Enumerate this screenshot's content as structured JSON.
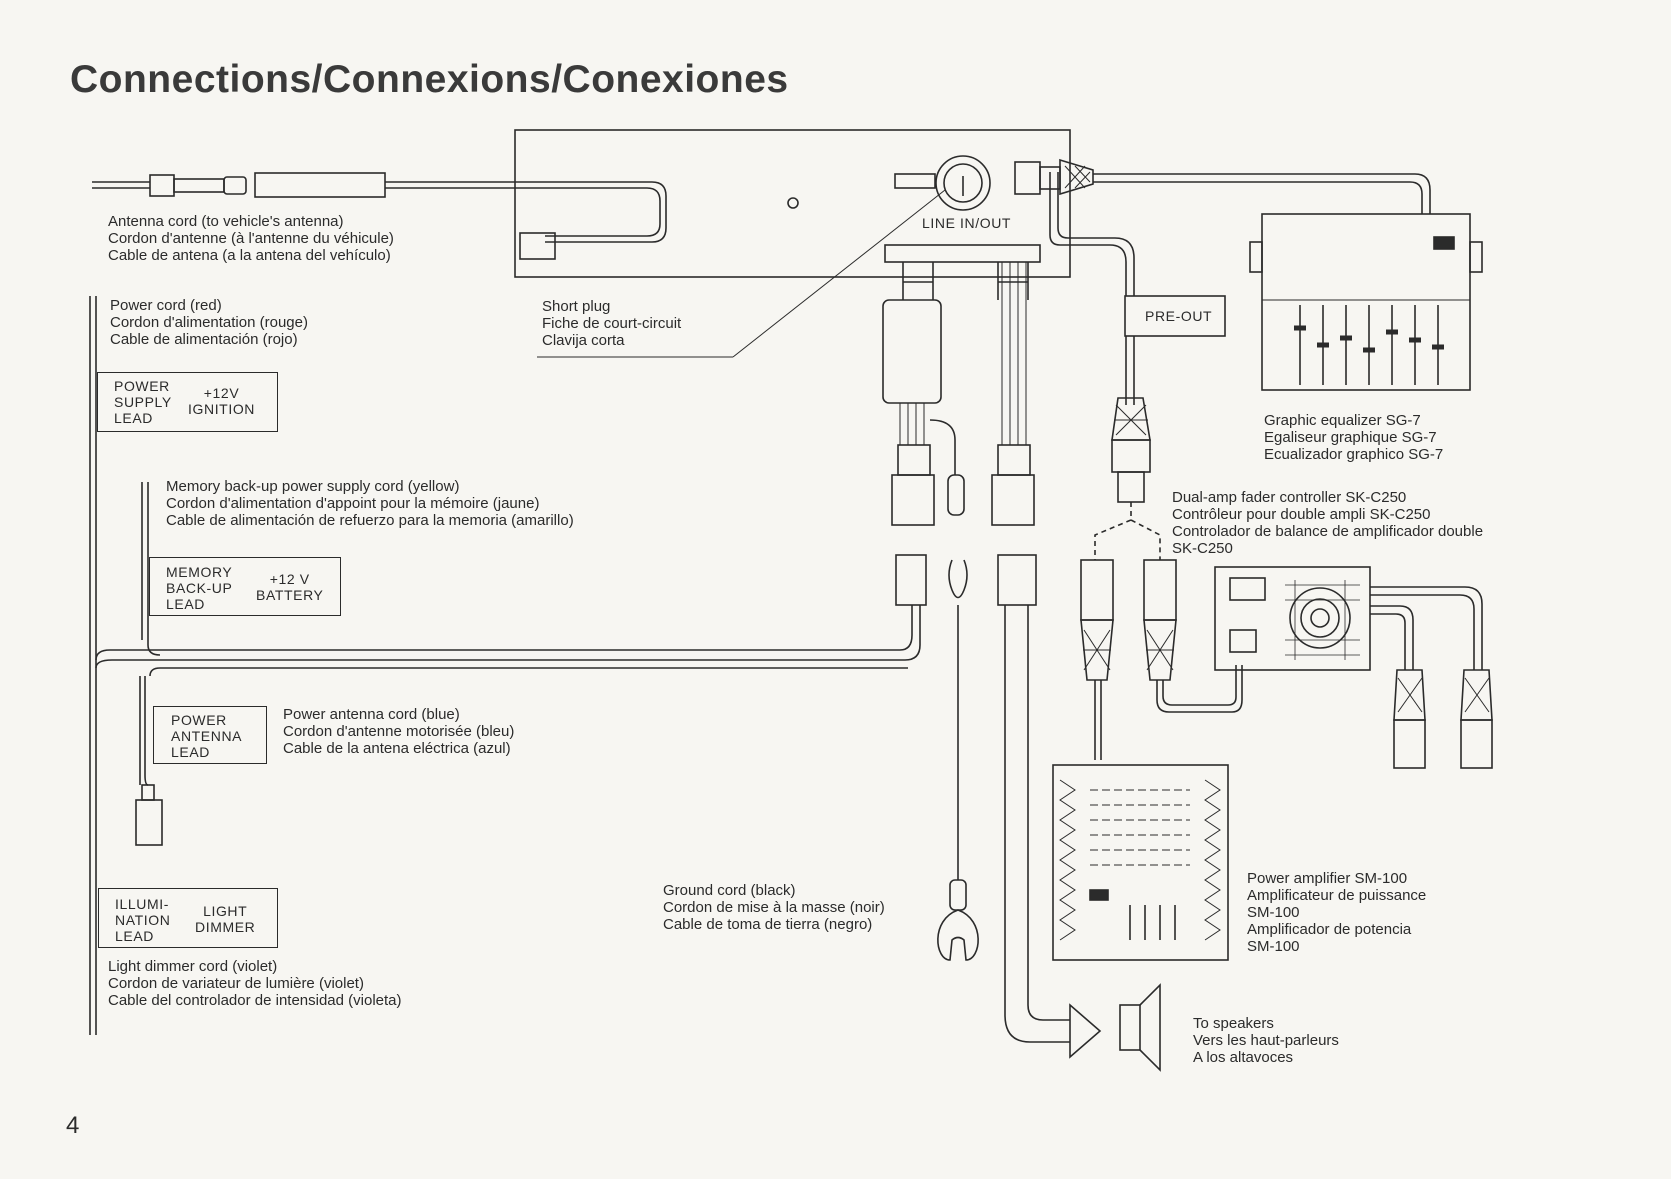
{
  "title": "Connections/Connexions/Conexiones",
  "page_number": "4",
  "head_unit": {
    "jack_label": "LINE IN/OUT",
    "preout_label": "PRE-OUT"
  },
  "antenna_cord": {
    "lines": [
      "Antenna cord (to vehicle's antenna)",
      "Cordon d'antenne (à l'antenne du véhicule)",
      "Cable de antena (a la antena del vehículo)"
    ]
  },
  "short_plug": {
    "lines": [
      "Short plug",
      "Fiche de court-circuit",
      "Clavija corta"
    ]
  },
  "power_cord": {
    "lines": [
      "Power cord (red)",
      "Cordon d'alimentation (rouge)",
      "Cable de alimentación (rojo)"
    ]
  },
  "power_supply_box": {
    "lead": [
      "POWER",
      "SUPPLY",
      "LEAD"
    ],
    "value": [
      "+12V",
      "IGNITION"
    ]
  },
  "memory_cord": {
    "lines": [
      "Memory back-up power supply cord (yellow)",
      "Cordon d'alimentation d'appoint pour la mémoire (jaune)",
      "Cable de alimentación de refuerzo para la memoria (amarillo)"
    ]
  },
  "memory_box": {
    "lead": [
      "MEMORY",
      "BACK-UP",
      "LEAD"
    ],
    "value": [
      "+12 V",
      "BATTERY"
    ]
  },
  "power_antenna_box": {
    "lead": [
      "POWER",
      "ANTENNA",
      "LEAD"
    ]
  },
  "power_antenna_cord": {
    "lines": [
      "Power antenna cord (blue)",
      "Cordon d'antenne motorisée (bleu)",
      "Cable de la antena eléctrica (azul)"
    ]
  },
  "illumination_box": {
    "lead": [
      "ILLUMI-",
      "NATION",
      "LEAD"
    ],
    "value": [
      "LIGHT",
      "DIMMER"
    ]
  },
  "light_dimmer_cord": {
    "lines": [
      "Light dimmer cord (violet)",
      "Cordon de variateur de lumière (violet)",
      "Cable del controlador de intensidad (violeta)"
    ]
  },
  "ground_cord": {
    "lines": [
      "Ground cord (black)",
      "Cordon de mise à la masse (noir)",
      "Cable de toma de tierra (negro)"
    ]
  },
  "graphic_equalizer": {
    "lines": [
      "Graphic equalizer SG-7",
      "Egaliseur graphique SG-7",
      "Ecualizador graphico SG-7"
    ]
  },
  "fader_controller": {
    "lines": [
      "Dual-amp fader controller SK-C250",
      "Contrôleur pour double ampli SK-C250",
      "Controlador de balance de amplificador double",
      "SK-C250"
    ]
  },
  "power_amplifier": {
    "lines": [
      "Power amplifier SM-100",
      "Amplificateur de puissance",
      "SM-100",
      "Amplificador de potencia",
      "SM-100"
    ]
  },
  "speakers": {
    "lines": [
      "To speakers",
      "Vers les haut-parleurs",
      "A los altavoces"
    ]
  }
}
